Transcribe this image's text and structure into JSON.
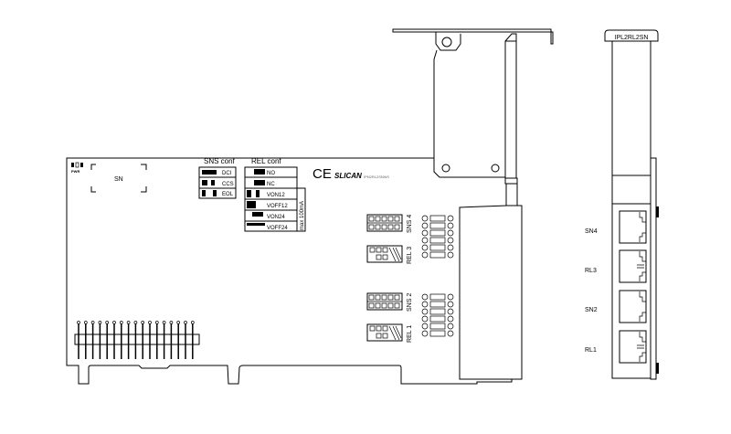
{
  "board": {
    "sn_label": "SN",
    "pwr_label": "PWR",
    "ce_mark": "CE",
    "brand": "SLICAN",
    "model_code": "IPN2RL2SNW0"
  },
  "sns_conf": {
    "title": "SNS conf",
    "rows": [
      "DCI",
      "CCS",
      "EOL"
    ]
  },
  "rel_conf": {
    "title": "REL conf",
    "rows": [
      "NO",
      "NC",
      "VON12",
      "VOFF12",
      "VON24",
      "VOFF24"
    ],
    "note": "max 100mA"
  },
  "jumper_blocks": [
    "SNS 4",
    "REL 3",
    "SNS 2",
    "REL 1"
  ],
  "side_view": {
    "title": "IPL2RL2SN",
    "ports": [
      "SN4",
      "RL3",
      "SN2",
      "RL1"
    ]
  }
}
